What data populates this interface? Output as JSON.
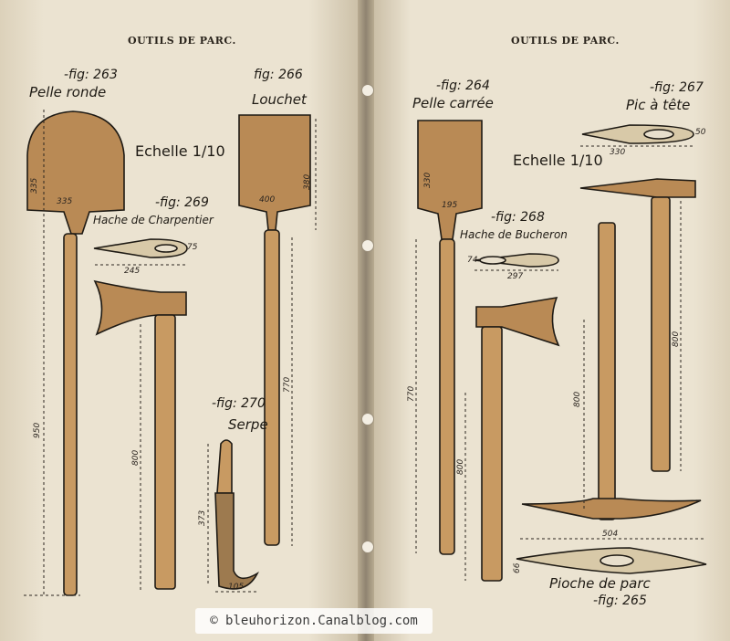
{
  "left_page": {
    "header": "OUTILS DE PARC.",
    "scale": "Echelle 1/10",
    "figures": [
      {
        "number": "-fig: 263",
        "name": "Pelle ronde",
        "dims": [
          "335",
          "335",
          "950"
        ]
      },
      {
        "number": "fig: 266",
        "name": "Louchet",
        "dims": [
          "380",
          "400",
          "770"
        ]
      },
      {
        "number": "-fig: 269",
        "name": "Hache de Charpentier",
        "dims": [
          "245",
          "75",
          "800"
        ]
      },
      {
        "number": "-fig: 270",
        "name": "Serpe",
        "dims": [
          "373",
          "105"
        ]
      }
    ]
  },
  "right_page": {
    "header": "OUTILS DE PARC.",
    "scale": "Echelle 1/10",
    "figures": [
      {
        "number": "-fig: 264",
        "name": "Pelle carrée",
        "dims": [
          "330",
          "195",
          "770"
        ]
      },
      {
        "number": "-fig: 267",
        "name": "Pic à tête",
        "dims": [
          "330",
          "50",
          "800"
        ]
      },
      {
        "number": "-fig: 268",
        "name": "Hache de Bucheron",
        "dims": [
          "74",
          "297",
          "800",
          "800"
        ]
      },
      {
        "number": "-fig: 265",
        "name": "Pioche de parc",
        "dims": [
          "504",
          "66"
        ]
      }
    ]
  },
  "watermark": "© bleuhorizon.Canalblog.com"
}
